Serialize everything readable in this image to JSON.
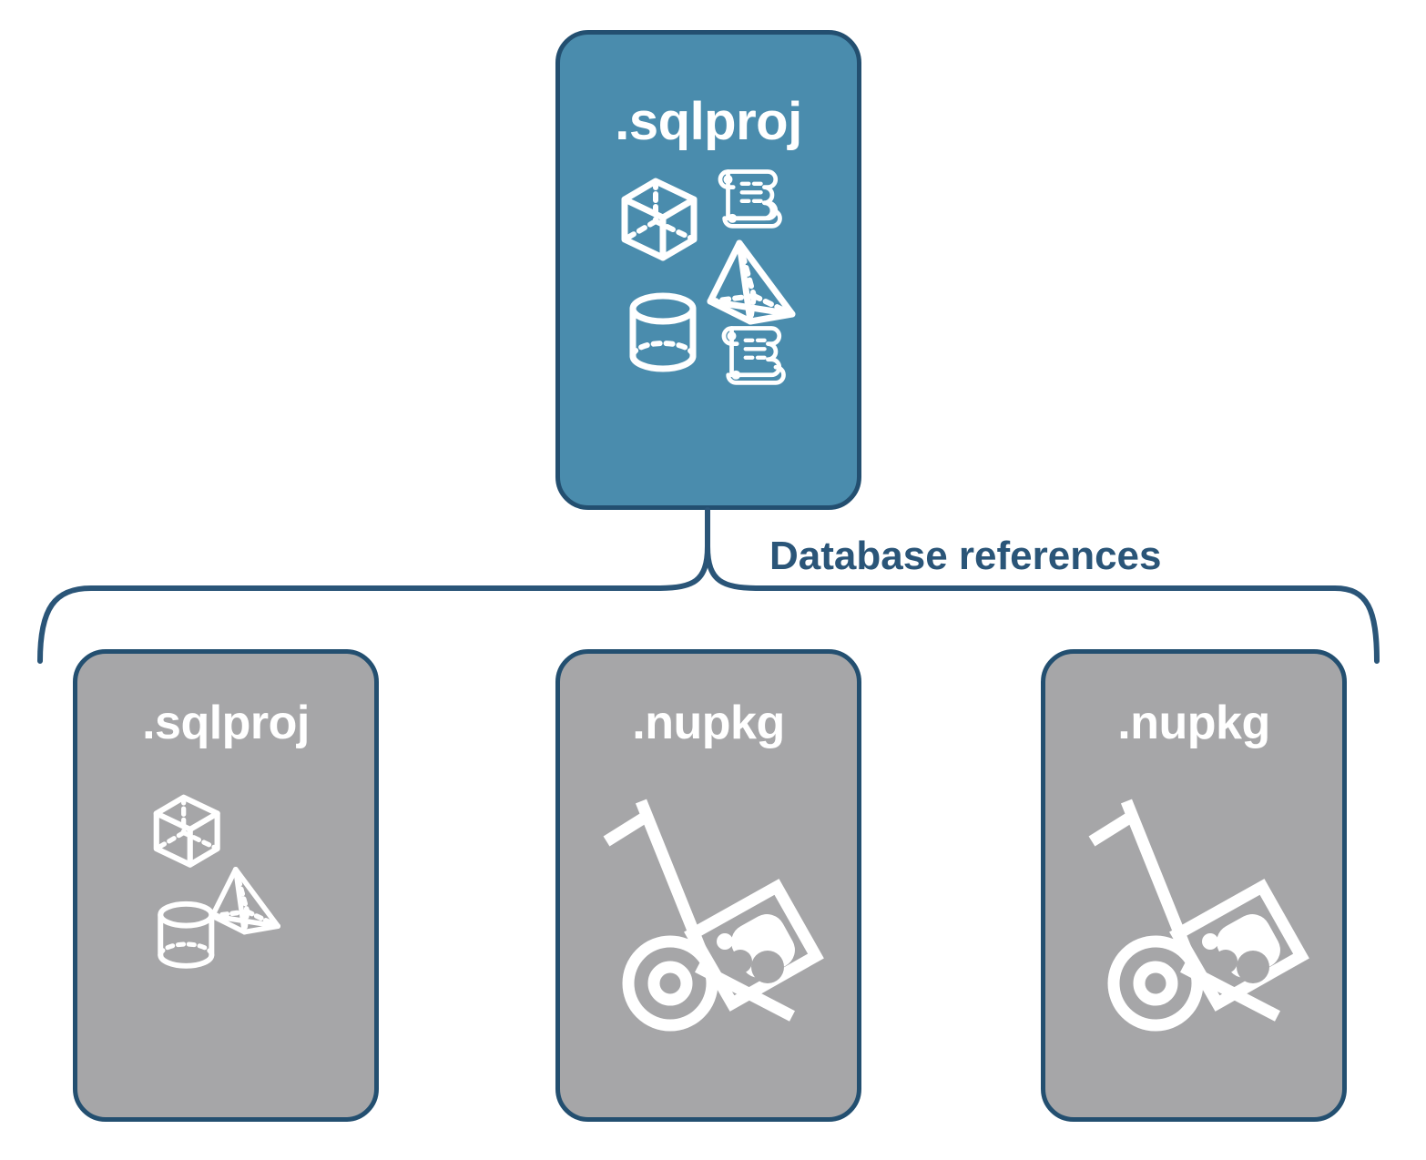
{
  "diagram": {
    "type": "hierarchy-brace",
    "title_text": "",
    "colors": {
      "card_primary_fill": "#4a8cad",
      "card_secondary_fill": "#a6a6a8",
      "card_border": "#234f70",
      "label_text": "#2a5578",
      "icon_stroke": "#ffffff",
      "background": "#ffffff"
    },
    "connector": {
      "label": "Database references",
      "label_name": "database-references-label",
      "shape": "curly-brace",
      "orientation": "down"
    },
    "parent": {
      "id": "parent-sqlproj",
      "name": "parent-card-sqlproj",
      "title": ".sqlproj",
      "fill": "primary",
      "icons": [
        "cube-icon",
        "scroll-icon",
        "pyramid-icon",
        "cylinder-icon",
        "scroll-icon"
      ]
    },
    "children": [
      {
        "id": "child-sqlproj",
        "name": "child-card-sqlproj",
        "title": ".sqlproj",
        "fill": "secondary",
        "icons": [
          "cube-icon",
          "pyramid-icon",
          "cylinder-icon"
        ]
      },
      {
        "id": "child-nupkg-1",
        "name": "child-card-nupkg-1",
        "title": ".nupkg",
        "fill": "secondary",
        "icons": [
          "hand-truck-package-icon"
        ]
      },
      {
        "id": "child-nupkg-2",
        "name": "child-card-nupkg-2",
        "title": ".nupkg",
        "fill": "secondary",
        "icons": [
          "hand-truck-package-icon"
        ]
      }
    ]
  }
}
